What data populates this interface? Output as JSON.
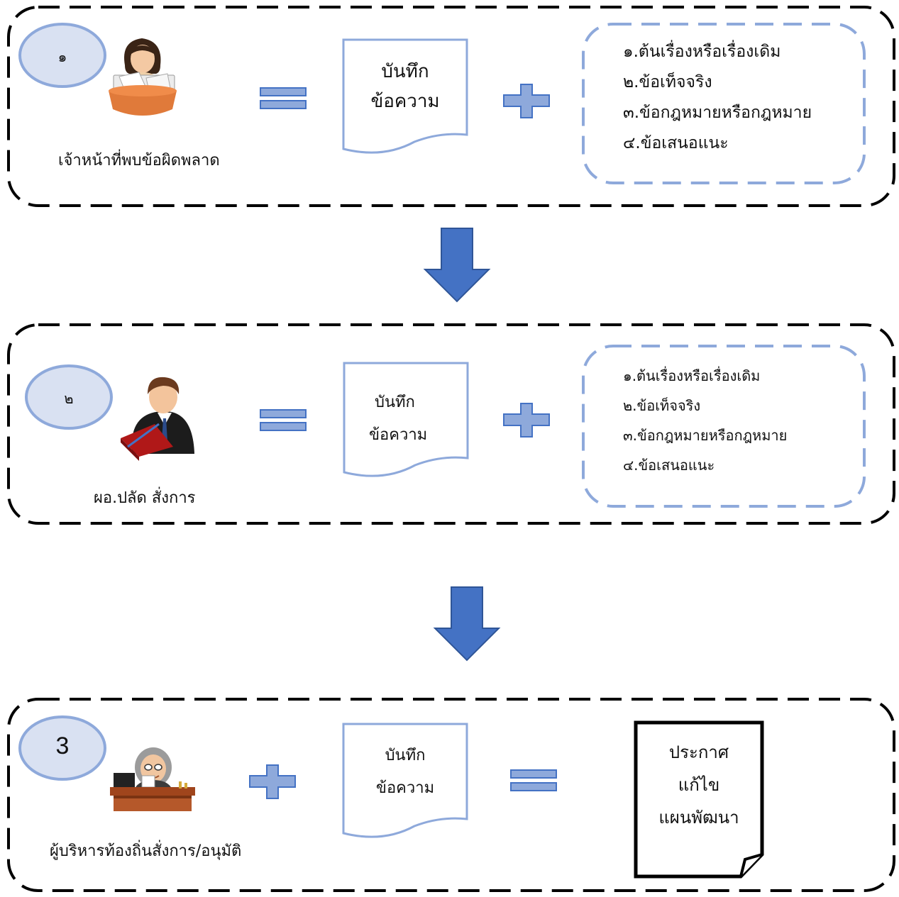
{
  "steps": [
    {
      "badge": "๑",
      "caption": "เจ้าหน้าที่พบข้อผิดพลาด",
      "doc_lines": [
        "บันทึก",
        "ข้อความ"
      ],
      "items": [
        "๑.ต้นเรื่องหรือเรื่องเดิม",
        "๒.ข้อเท็จจริง",
        "๓.ข้อกฎหมายหรือกฎหมาย",
        "๔.ข้อเสนอแนะ"
      ]
    },
    {
      "badge": "๒",
      "caption": "ผอ.ปลัด สั่งการ",
      "doc_lines": [
        "บันทึก",
        "ข้อความ"
      ],
      "items": [
        "๑.ต้นเรื่องหรือเรื่องเดิม",
        "๒.ข้อเท็จจริง",
        "๓.ข้อกฎหมายหรือกฎหมาย",
        "๔.ข้อเสนอแนะ"
      ]
    },
    {
      "badge": "3",
      "caption": "ผู้บริหารท้องถิ่นสั่งการ/อนุมัติ",
      "doc_lines": [
        "บันทึก",
        "ข้อความ"
      ],
      "result_lines": [
        "ประกาศ",
        "แก้ไข",
        "แผนพัฒนา"
      ]
    }
  ],
  "colors": {
    "accent": "#4472C4",
    "light_blue": "#8EA9DB",
    "badge_fill": "#D9E1F2",
    "border": "#000000"
  },
  "icons": [
    "female-officer-icon",
    "male-officer-icon",
    "executive-desk-icon",
    "arrow-down-icon",
    "equals-icon",
    "plus-icon",
    "document-icon"
  ]
}
